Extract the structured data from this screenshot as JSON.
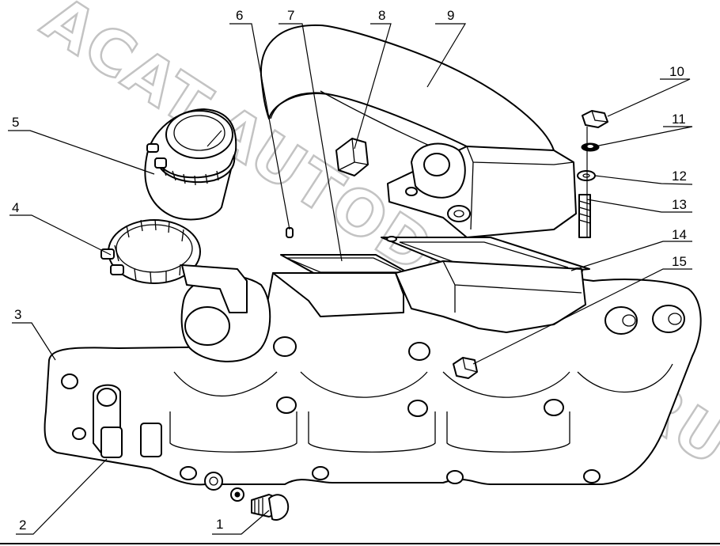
{
  "watermark": {
    "text": "ACAT.AUTODEALER.RU"
  },
  "callouts": [
    {
      "id": "c1",
      "label": "1"
    },
    {
      "id": "c2",
      "label": "2"
    },
    {
      "id": "c3",
      "label": "3"
    },
    {
      "id": "c4",
      "label": "4"
    },
    {
      "id": "c5",
      "label": "5"
    },
    {
      "id": "c6",
      "label": "6"
    },
    {
      "id": "c7",
      "label": "7"
    },
    {
      "id": "c8",
      "label": "8"
    },
    {
      "id": "c9",
      "label": "9"
    },
    {
      "id": "c10",
      "label": "10"
    },
    {
      "id": "c11",
      "label": "11"
    },
    {
      "id": "c12",
      "label": "12"
    },
    {
      "id": "c13",
      "label": "13"
    },
    {
      "id": "c14",
      "label": "14"
    },
    {
      "id": "c15",
      "label": "15"
    }
  ]
}
